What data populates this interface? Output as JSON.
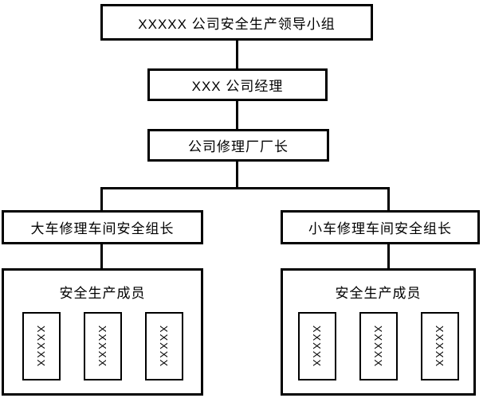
{
  "org_chart": {
    "colors": {
      "background": "#ffffff",
      "border": "#000000",
      "text": "#000000"
    },
    "nodes": {
      "leadership_group": "XXXXX 公司安全生产领导小组",
      "company_manager": "XXX 公司经理",
      "repair_factory_director": "公司修理厂厂长",
      "large_vehicle_workshop_leader": "大车修理车间安全组长",
      "small_vehicle_workshop_leader": "小车修理车间安全组长"
    },
    "left_group": {
      "title": "安全生产成员",
      "members": [
        "XXXXX",
        "XXXXX",
        "XXXXX"
      ]
    },
    "right_group": {
      "title": "安全生产成员",
      "members": [
        "XXXXX",
        "XXXXX",
        "XXXXX"
      ]
    }
  }
}
